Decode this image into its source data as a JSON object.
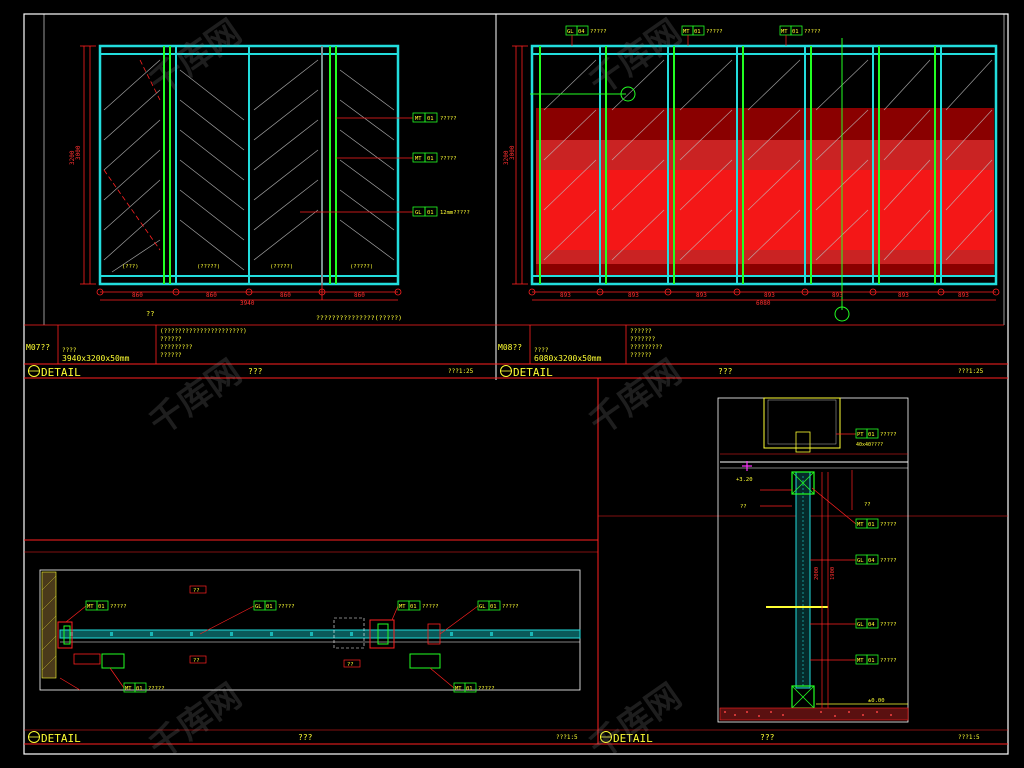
{
  "colors": {
    "background": "#000000",
    "frame_white": "#ffffff",
    "frame_red": "#ff2020",
    "glass_cyan": "#22dddd",
    "mullion_green": "#22ff22",
    "text_yellow": "#ffff33",
    "red_fill": "#ff1a1a",
    "hatch_gray": "#bbbbbb"
  },
  "elev1": {
    "panel_labels": [
      "(???)",
      "(?????)",
      "(?????)",
      "(?????)"
    ],
    "dims_bottom": [
      "860",
      "860",
      "860",
      "860"
    ],
    "dim_total": "3940",
    "dim_height": [
      "3200",
      "3000"
    ],
    "leader_mark": "??",
    "callouts": [
      {
        "code": "MT",
        "num": "01",
        "text": "?????"
      },
      {
        "code": "MT",
        "num": "01",
        "text": "?????"
      },
      {
        "code": "GL",
        "num": "01",
        "text": "12mm?????"
      }
    ],
    "under_note": "???????????????(?????)"
  },
  "elev2": {
    "dims_bottom": [
      "893",
      "893",
      "893",
      "893",
      "893",
      "893",
      "893"
    ],
    "dim_total": "6080",
    "dim_height": [
      "3200",
      "3000"
    ],
    "callouts_top": [
      {
        "code": "GL",
        "num": "04",
        "text": "?????"
      },
      {
        "code": "MT",
        "num": "01",
        "text": "?????"
      },
      {
        "code": "MT",
        "num": "01",
        "text": "?????"
      }
    ]
  },
  "info_strip1": {
    "code": "M07??",
    "size_label": "????",
    "size": "3940x3200x50mm",
    "spec_lines": [
      "(??????????????????????)",
      "??????",
      "?????????",
      "??????"
    ]
  },
  "info_strip2": {
    "code": "M08??",
    "size_label": "????",
    "size": "6080x3200x50mm",
    "spec_lines": [
      "??????",
      "???????",
      "?????????",
      "??????"
    ]
  },
  "titles": {
    "t1": {
      "label": "DETAIL",
      "center": "???",
      "scale": "???1:25"
    },
    "t2": {
      "label": "DETAIL",
      "center": "???",
      "scale": "???1:25"
    },
    "t3": {
      "label": "DETAIL",
      "center": "???",
      "scale": "???1:5"
    },
    "t4": {
      "label": "DETAIL",
      "center": "???",
      "scale": "???1:5"
    }
  },
  "plan_section": {
    "callouts": [
      {
        "code": "MT",
        "num": "01",
        "text": "?????"
      },
      {
        "code": "GL",
        "num": "01",
        "text": "?????"
      },
      {
        "code": "MT",
        "num": "01",
        "text": "?????"
      },
      {
        "code": "GL",
        "num": "01",
        "text": "?????"
      },
      {
        "code": "MT",
        "num": "01",
        "text": "?????"
      },
      {
        "code": "MT",
        "num": "01",
        "text": "?????"
      }
    ],
    "marks": [
      "??",
      "??",
      "??"
    ]
  },
  "wall_section": {
    "callouts": [
      {
        "code": "PT",
        "num": "01",
        "text": "?????"
      },
      {
        "code": "MT",
        "num": "01",
        "text": "?????"
      },
      {
        "code": "GL",
        "num": "04",
        "text": "?????"
      },
      {
        "code": "GL",
        "num": "04",
        "text": "?????"
      },
      {
        "code": "MT",
        "num": "01",
        "text": "?????"
      }
    ],
    "note_right": "40x40????",
    "level_top": "+3.20",
    "level_bottom": "±0.00",
    "marks": [
      "??",
      "??"
    ]
  },
  "watermark": "千库网"
}
